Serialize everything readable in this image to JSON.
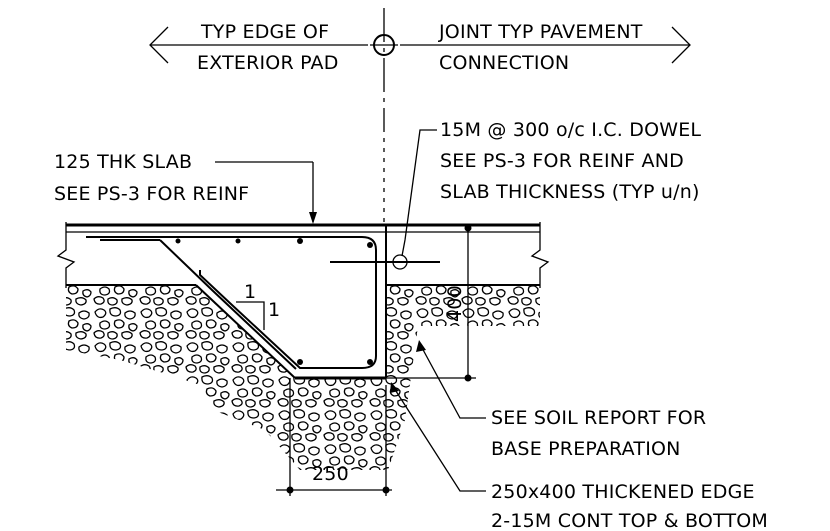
{
  "labels": {
    "edge_top": "TYP EDGE OF",
    "edge_bottom": "EXTERIOR PAD",
    "joint_top": "JOINT TYP PAVEMENT",
    "joint_bottom": "CONNECTION",
    "slab_line1": "125 THK SLAB",
    "slab_line2": "SEE PS-3 FOR REINF",
    "dowel_line1": "15M @ 300 o/c I.C. DOWEL",
    "dowel_line2": "SEE PS-3 FOR REINF AND",
    "dowel_line3": "SLAB THICKNESS (TYP u/n)",
    "slope_rise": "1",
    "slope_run": "1",
    "dim_depth": "400",
    "dim_width": "250",
    "soil_line1": "SEE SOIL REPORT FOR",
    "soil_line2": "BASE PREPARATION",
    "edge_line1": "250x400 THICKENED EDGE",
    "edge_line2": "2-15M CONT TOP & BOTTOM"
  }
}
